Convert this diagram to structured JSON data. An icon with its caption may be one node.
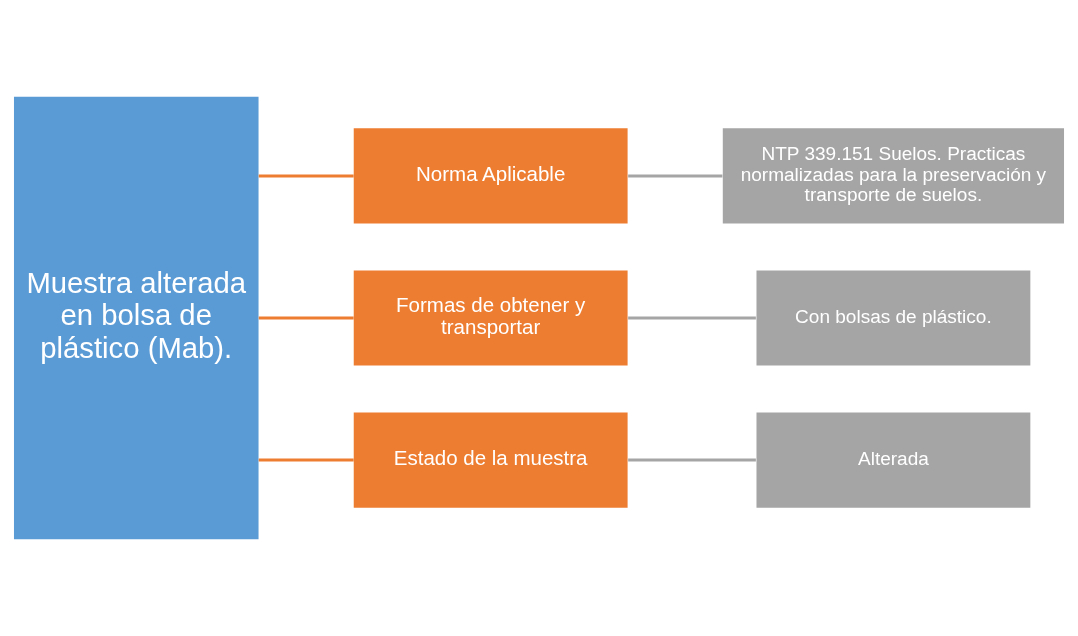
{
  "diagram": {
    "nodes": [
      {
        "text": [
          "Muestra alterada en bolsa de plástico (Mab)."
        ]
      },
      {
        "text": [
          "Norma Aplicable"
        ]
      },
      {
        "text": [
          "Formas de obtener y transportar"
        ]
      },
      {
        "text": [
          "Estado de la muestra"
        ]
      },
      {
        "text": [
          "NTP 339.151 Suelos. Practicas normalizadas para la preservación y transporte de suelos."
        ]
      },
      {
        "text": [
          "Con bolsas de plástico."
        ]
      },
      {
        "text": [
          "Alterada"
        ]
      }
    ],
    "edges": [
      {
        "from": 0,
        "to": 1,
        "arrow": "none"
      },
      {
        "from": 0,
        "to": 2,
        "arrow": "none"
      },
      {
        "from": 0,
        "to": 3,
        "arrow": "none"
      },
      {
        "from": 1,
        "to": 4,
        "arrow": "none",
        "color": "#a5a5a5"
      },
      {
        "from": 2,
        "to": 5,
        "arrow": "none",
        "color": "#a5a5a5"
      },
      {
        "from": 3,
        "to": 6,
        "arrow": "none",
        "color": "#a5a5a5"
      }
    ]
  }
}
